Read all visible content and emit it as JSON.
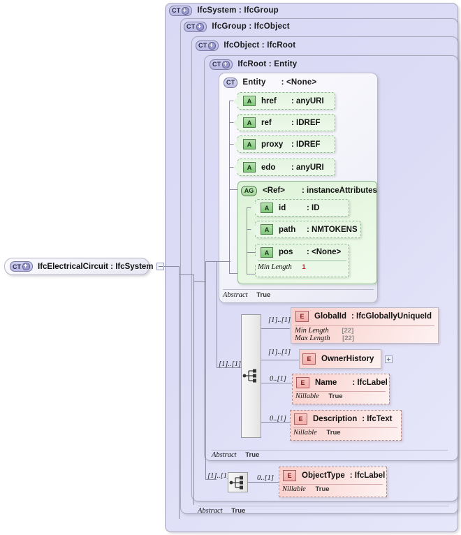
{
  "root": {
    "badge": "CT",
    "expandable": true,
    "label": "IfcElectricalCircuit : IfcSystem"
  },
  "containers": [
    {
      "badge": "CT",
      "expandable": true,
      "label": "IfcSystem : IfcGroup"
    },
    {
      "badge": "CT",
      "expandable": true,
      "label": "IfcGroup : IfcObject"
    },
    {
      "badge": "CT",
      "expandable": true,
      "label": "IfcObject : IfcRoot"
    },
    {
      "badge": "CT",
      "expandable": true,
      "label": "IfcRoot   : Entity"
    }
  ],
  "entity_box": {
    "badge": "CT",
    "expandable": false,
    "name": "Entity",
    "type": ": <None>",
    "attributes": [
      {
        "icon": "A",
        "name": "href",
        "type": ": anyURI"
      },
      {
        "icon": "A",
        "name": "ref",
        "type": ": IDREF"
      },
      {
        "icon": "A",
        "name": "proxy",
        "type": ": IDREF"
      },
      {
        "icon": "A",
        "name": "edo",
        "type": ": anyURI"
      }
    ],
    "attribute_group": {
      "icon": "AG",
      "name": "<Ref>",
      "type": ": instanceAttributes",
      "attributes": [
        {
          "icon": "A",
          "name": "id",
          "type": ": ID",
          "facets": []
        },
        {
          "icon": "A",
          "name": "path",
          "type": ": NMTOKENS",
          "facets": []
        },
        {
          "icon": "A",
          "name": "pos",
          "type": ": <None>",
          "facets": [
            {
              "label": "Min Length",
              "value": "1",
              "style": "red"
            }
          ]
        }
      ]
    },
    "footer": {
      "label": "Abstract",
      "value": "True"
    }
  },
  "ifcroot_sequence": {
    "cardinality": "[1]..[1]",
    "children": [
      {
        "cardinality": "[1]..[1]",
        "icon": "E",
        "name": "GlobalId",
        "type": ": IfcGloballyUniqueId",
        "border": "solid",
        "facets": [
          {
            "label": "Min Length",
            "value": "[22]",
            "style": "gray"
          },
          {
            "label": "Max Length",
            "value": "[22]",
            "style": "gray"
          }
        ],
        "expandable": false
      },
      {
        "cardinality": "[1]..[1]",
        "icon": "E",
        "name": "OwnerHistory",
        "type": "",
        "border": "solid",
        "facets": [],
        "expandable": true
      },
      {
        "cardinality": "0..[1]",
        "icon": "E",
        "name": "Name",
        "type": ": IfcLabel",
        "border": "dashed",
        "facets": [
          {
            "label": "Nillable",
            "value": "True",
            "style": "dark"
          }
        ],
        "expandable": false
      },
      {
        "cardinality": "0..[1]",
        "icon": "E",
        "name": "Description",
        "type": ": IfcText",
        "border": "dashed",
        "facets": [
          {
            "label": "Nillable",
            "value": "True",
            "style": "dark"
          }
        ],
        "expandable": false
      }
    ]
  },
  "ifcroot_footer": {
    "label": "Abstract",
    "value": "True"
  },
  "ifcobject_sequence": {
    "cardinality": "[1]..[1]",
    "children": [
      {
        "cardinality": "0..[1]",
        "icon": "E",
        "name": "ObjectType",
        "type": ": IfcLabel",
        "border": "dashed",
        "facets": [
          {
            "label": "Nillable",
            "value": "True",
            "style": "dark"
          }
        ],
        "expandable": false
      }
    ]
  },
  "ifcobject_footer": {
    "label": "Abstract",
    "value": "True"
  },
  "colors": {
    "container_fill": "#dcdcf6",
    "attribute_fill": "#e8f7e5",
    "element_fill": "#fbdedb",
    "line": "#8a8aa0",
    "facet_red": "#cc2222"
  }
}
